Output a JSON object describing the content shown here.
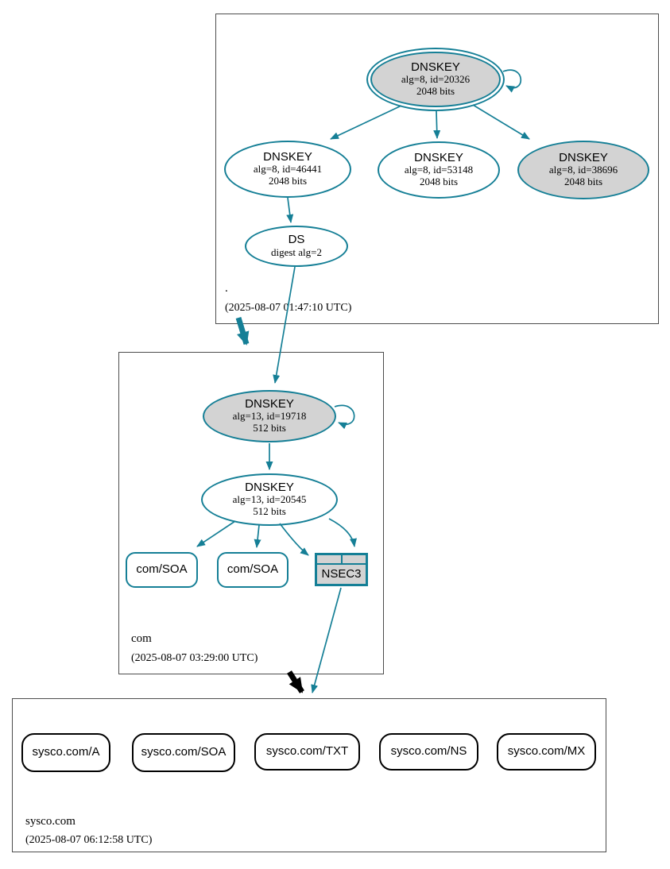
{
  "colors": {
    "edge_secure": "#157f96",
    "node_fill_gray": "#d3d3d3",
    "node_fill_white": "#ffffff",
    "box_border": "#4d4d4d",
    "delegation_black": "#000000"
  },
  "zones": [
    {
      "name": ".",
      "timestamp": "(2025-08-07 01:47:10 UTC)",
      "nodes": [
        {
          "id": "dnskey-20326",
          "title": "DNSKEY",
          "attr1": "alg=8, id=20326",
          "attr2": "2048 bits",
          "style": "ksk-double-border-gray-self-signed"
        },
        {
          "id": "dnskey-46441",
          "title": "DNSKEY",
          "attr1": "alg=8, id=46441",
          "attr2": "2048 bits",
          "style": "white"
        },
        {
          "id": "dnskey-53148",
          "title": "DNSKEY",
          "attr1": "alg=8, id=53148",
          "attr2": "2048 bits",
          "style": "white"
        },
        {
          "id": "dnskey-38696",
          "title": "DNSKEY",
          "attr1": "alg=8, id=38696",
          "attr2": "2048 bits",
          "style": "gray"
        },
        {
          "id": "ds",
          "title": "DS",
          "attr1": "digest alg=2",
          "style": "white"
        }
      ]
    },
    {
      "name": "com",
      "timestamp": "(2025-08-07 03:29:00 UTC)",
      "nodes": [
        {
          "id": "dnskey-19718",
          "title": "DNSKEY",
          "attr1": "alg=13, id=19718",
          "attr2": "512 bits",
          "style": "gray-self-signed"
        },
        {
          "id": "dnskey-20545",
          "title": "DNSKEY",
          "attr1": "alg=13, id=20545",
          "attr2": "512 bits",
          "style": "white"
        },
        {
          "id": "com-soa-1",
          "label": "com/SOA"
        },
        {
          "id": "com-soa-2",
          "label": "com/SOA"
        },
        {
          "id": "nsec3",
          "label": "NSEC3"
        }
      ]
    },
    {
      "name": "sysco.com",
      "timestamp": "(2025-08-07 06:12:58 UTC)",
      "nodes": [
        {
          "id": "sysco-a",
          "label": "sysco.com/A"
        },
        {
          "id": "sysco-soa",
          "label": "sysco.com/SOA"
        },
        {
          "id": "sysco-txt",
          "label": "sysco.com/TXT"
        },
        {
          "id": "sysco-ns",
          "label": "sysco.com/NS"
        },
        {
          "id": "sysco-mx",
          "label": "sysco.com/MX"
        }
      ]
    }
  ],
  "edges": [
    {
      "from": "dnskey-20326",
      "to": "dnskey-20326",
      "type": "self-sign"
    },
    {
      "from": "dnskey-20326",
      "to": "dnskey-46441",
      "type": "sign"
    },
    {
      "from": "dnskey-20326",
      "to": "dnskey-53148",
      "type": "sign"
    },
    {
      "from": "dnskey-20326",
      "to": "dnskey-38696",
      "type": "sign"
    },
    {
      "from": "dnskey-46441",
      "to": "ds",
      "type": "sign"
    },
    {
      "from": "ds",
      "to": "dnskey-19718",
      "type": "secure-delegation-link"
    },
    {
      "from": ".",
      "to": "com",
      "type": "secure-delegation-arrow"
    },
    {
      "from": "dnskey-19718",
      "to": "dnskey-19718",
      "type": "self-sign"
    },
    {
      "from": "dnskey-19718",
      "to": "dnskey-20545",
      "type": "sign"
    },
    {
      "from": "dnskey-20545",
      "to": "com-soa-1",
      "type": "sign"
    },
    {
      "from": "dnskey-20545",
      "to": "com-soa-2",
      "type": "sign"
    },
    {
      "from": "dnskey-20545",
      "to": "nsec3",
      "type": "sign"
    },
    {
      "from": "dnskey-20545",
      "to": "nsec3",
      "type": "sign"
    },
    {
      "from": "nsec3",
      "to": "sysco.com",
      "type": "nsec-link"
    },
    {
      "from": "com",
      "to": "sysco.com",
      "type": "insecure-delegation-arrow"
    }
  ]
}
